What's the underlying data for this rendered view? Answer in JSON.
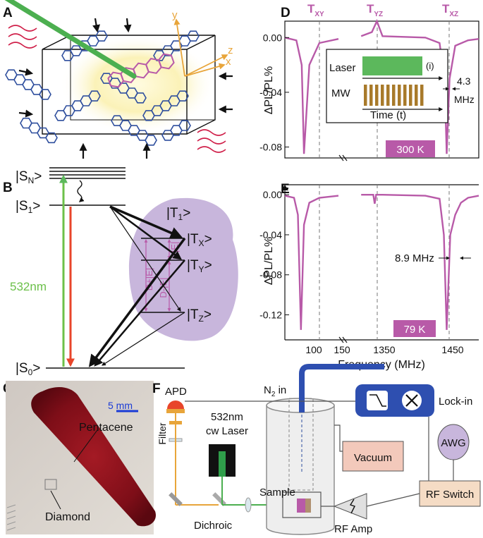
{
  "panel_labels": [
    "A",
    "B",
    "C",
    "D",
    "E",
    "F"
  ],
  "panel_a": {
    "axes": {
      "x": "x",
      "y": "y",
      "z": "z"
    }
  },
  "panel_b": {
    "levels": {
      "sn": "|S",
      "sn_sub": "N",
      "s1": "|S",
      "s1_sub": "1",
      "s0": "|S",
      "s0_sub": "0",
      "t1": "|T",
      "t1_sub": "1",
      "tx": "|T",
      "tx_sub": "X",
      "ty": "|T",
      "ty_sub": "Y",
      "tz": "|T",
      "tz_sub": "Z",
      "ket": ">"
    },
    "wavelength": "532nm",
    "splittings": {
      "d_plus": "D+|E|",
      "d_minus": "D-|E|",
      "two_e": "2|E|"
    }
  },
  "panel_c": {
    "scale": "5 mm",
    "pentacene": "Pentacene",
    "diamond": "Diamond"
  },
  "panel_d": {
    "ylabel": "ΔPL/PL%",
    "yticks": [
      "0.00",
      "-0.04",
      "-0.08"
    ],
    "ylim": [
      -0.088,
      0.012
    ],
    "peaks": [
      {
        "t": "T",
        "sub": "XY"
      },
      {
        "t": "T",
        "sub": "YZ"
      },
      {
        "t": "T",
        "sub": "XZ"
      }
    ],
    "temperature": "300 K",
    "inset": {
      "laser": "Laser",
      "i": "(i)",
      "mw": "MW",
      "time": "Time (t)",
      "width_value": "4.3",
      "width_unit": "MHz"
    }
  },
  "panel_e": {
    "ylabel": "ΔPL/PL%",
    "yticks": [
      "0.00",
      "-0.04",
      "-0.08",
      "-0.12"
    ],
    "ylim": [
      -0.145,
      0.01
    ],
    "xticks": [
      "100",
      "150",
      "1350",
      "1450"
    ],
    "xlabel": "Frequency (MHz)",
    "temperature": "79 K",
    "width": "8.9 MHz"
  },
  "panel_f": {
    "apd": "APD",
    "filter": "Filter",
    "laser_line1": "532nm",
    "laser_line2": "cw Laser",
    "n2": "N",
    "n2_sub": "2",
    "n2_suffix": " in",
    "lockin": "Lock-in",
    "vacuum": "Vacuum",
    "awg": "AWG",
    "sample": "Sample",
    "rf_switch": "RF Switch",
    "dichroic": "Dichroic",
    "rf_amp": "RF Amp"
  },
  "colors": {
    "magenta": "#b85aa8",
    "green": "#5cb85c",
    "orange": "#e8a53a",
    "purple_fill": "#c8b6dc",
    "navy": "#2f4f9e",
    "red": "#e8452a"
  },
  "chart_data": [
    {
      "type": "line",
      "panel": "D",
      "ylabel": "ΔPL/PL%",
      "ylim": [
        -0.088,
        0.012
      ],
      "series": [
        {
          "x": [
            80,
            95,
            102,
            105,
            112,
            125,
            150,
            1330,
            1345,
            1352,
            1360,
            1420,
            1440,
            1447,
            1450,
            1454,
            1462,
            1480,
            1495
          ],
          "y": [
            0.0,
            -0.002,
            -0.02,
            -0.085,
            -0.02,
            -0.004,
            -0.001,
            0.001,
            0.004,
            0.012,
            0.001,
            0.0,
            -0.004,
            -0.03,
            -0.085,
            -0.03,
            -0.006,
            -0.002,
            -0.001
          ]
        }
      ]
    },
    {
      "type": "line",
      "panel": "E",
      "ylabel": "ΔPL/PL%",
      "xlabel": "Frequency (MHz)",
      "ylim": [
        -0.145,
        0.01
      ],
      "series": [
        {
          "x": [
            80,
            92,
            97,
            101,
            105,
            112,
            125,
            150,
            1330,
            1347,
            1349,
            1351,
            1360,
            1420,
            1440,
            1446,
            1450,
            1455,
            1462,
            1470,
            1480,
            1495
          ],
          "y": [
            -0.001,
            -0.003,
            -0.02,
            -0.135,
            -0.03,
            -0.008,
            -0.003,
            -0.001,
            0.0,
            0.0,
            -0.009,
            0.0,
            0.0,
            -0.001,
            -0.004,
            -0.04,
            -0.135,
            -0.04,
            -0.02,
            -0.008,
            -0.003,
            -0.001
          ]
        }
      ]
    }
  ]
}
